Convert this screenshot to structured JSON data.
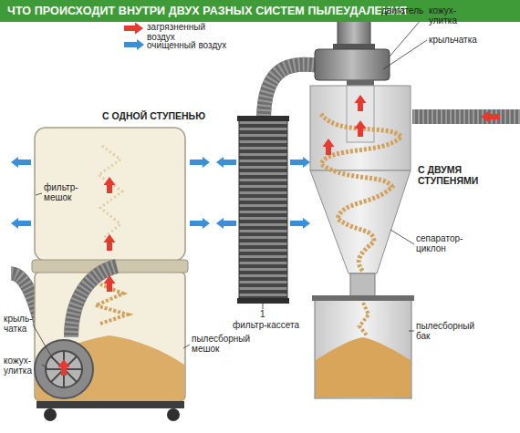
{
  "diagram": {
    "title": "ЧТО ПРОИСХОДИТ ВНУТРИ ДВУХ РАЗНЫХ СИСТЕМ ПЫЛЕУДАЛЕНИЯ",
    "labels": [
      "С ОДНОЙ СТУПЕНЬЮ",
      "двигатель",
      "кожух-улитка",
      "крыльчатка",
      "С ДВУМЯ СТУПЕНЯМИ",
      "фильтр-мешок",
      "сепаратор-циклон",
      "1",
      "фильтр-кассета",
      "крыль-чатка",
      "пылесборный мешок",
      "пылесборный бак",
      "кожух-улитка"
    ],
    "legend": [
      {
        "text": "загрязненный воздух"
      },
      {
        "text": "очищенный воздух"
      }
    ]
  }
}
